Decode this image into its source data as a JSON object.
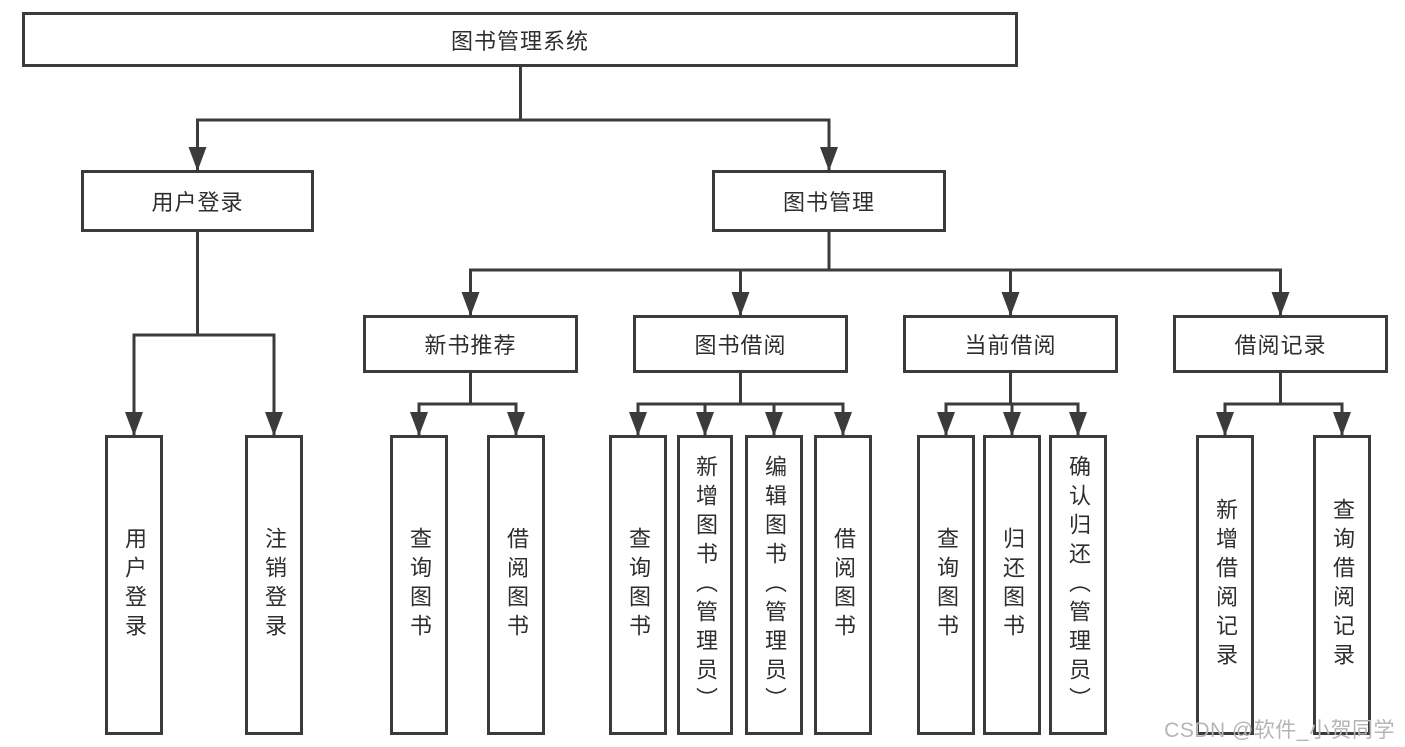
{
  "diagram": {
    "root": {
      "label": "图书管理系统",
      "children": [
        {
          "label": "用户登录",
          "children": [
            {
              "label": "用户登录"
            },
            {
              "label": "注销登录"
            }
          ]
        },
        {
          "label": "图书管理",
          "children": [
            {
              "label": "新书推荐",
              "children": [
                {
                  "label": "查询图书"
                },
                {
                  "label": "借阅图书"
                }
              ]
            },
            {
              "label": "图书借阅",
              "children": [
                {
                  "label": "查询图书"
                },
                {
                  "label": "新增图书（管理员）"
                },
                {
                  "label": "编辑图书（管理员）"
                },
                {
                  "label": "借阅图书"
                }
              ]
            },
            {
              "label": "当前借阅",
              "children": [
                {
                  "label": "查询图书"
                },
                {
                  "label": "归还图书"
                },
                {
                  "label": "确认归还（管理员）"
                }
              ]
            },
            {
              "label": "借阅记录",
              "children": [
                {
                  "label": "新增借阅记录"
                },
                {
                  "label": "查询借阅记录"
                }
              ]
            }
          ]
        }
      ]
    }
  },
  "colors": {
    "line": "#3b3b3b",
    "text": "#2e2e2e",
    "background": "#ffffff",
    "watermark": "#b5b5b5"
  },
  "watermark": {
    "text": "CSDN @软件_小贺同学"
  }
}
